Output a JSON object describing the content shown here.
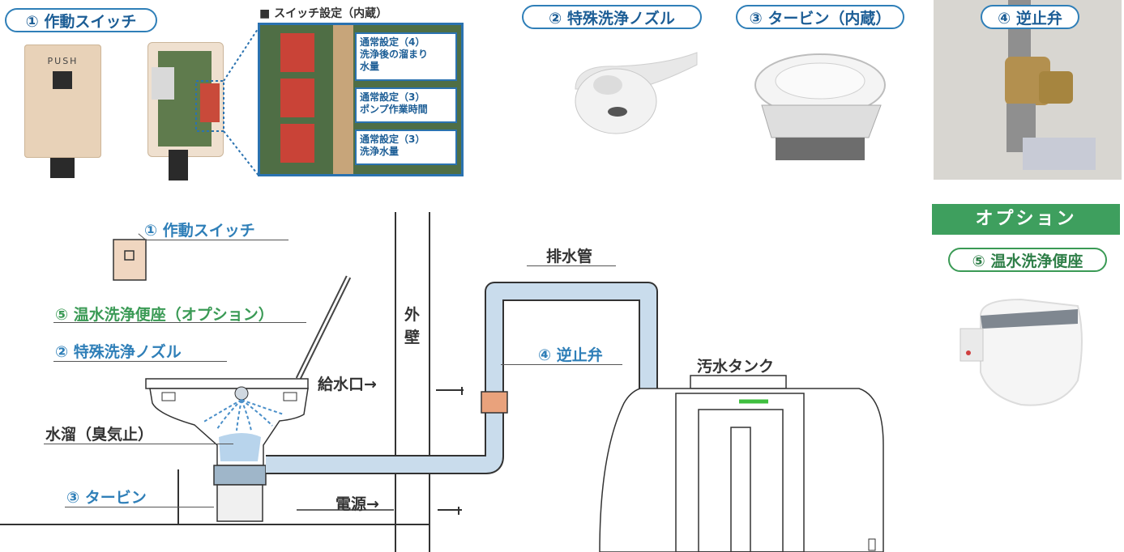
{
  "top": {
    "switch_label": "① 作動スイッチ",
    "push_text": "PUSH",
    "switch_settings_title": "■ スイッチ設定（内蔵）",
    "settings": [
      {
        "title": "通常設定（4）",
        "desc1": "洗浄後の溜まり",
        "desc2": "水量"
      },
      {
        "title": "通常設定（3）",
        "desc1": "ポンプ作業時間",
        "desc2": ""
      },
      {
        "title": "通常設定（3）",
        "desc1": "洗浄水量",
        "desc2": ""
      }
    ],
    "nozzle_label": "② 特殊洗浄ノズル",
    "turbine_label": "③ タービン（内蔵）",
    "check_valve_label": "④ 逆止弁"
  },
  "option": {
    "banner": "オプション",
    "seat_label": "⑤ 温水洗浄便座"
  },
  "diagram": {
    "switch": "① 作動スイッチ",
    "seat": "⑤ 温水洗浄便座（オプション）",
    "nozzle": "② 特殊洗浄ノズル",
    "water_seal": "水溜（臭気止）",
    "turbine": "③ タービン",
    "supply": "給水口→",
    "power": "電源→",
    "wall": "外壁",
    "drain_pipe": "排水管",
    "check_valve": "④ 逆止弁",
    "tank": "汚水タンク"
  },
  "colors": {
    "accent_blue": "#2f7fb8",
    "accent_green": "#3a9a55",
    "pipe": "#c9dcec",
    "valve": "#e9a27c"
  }
}
